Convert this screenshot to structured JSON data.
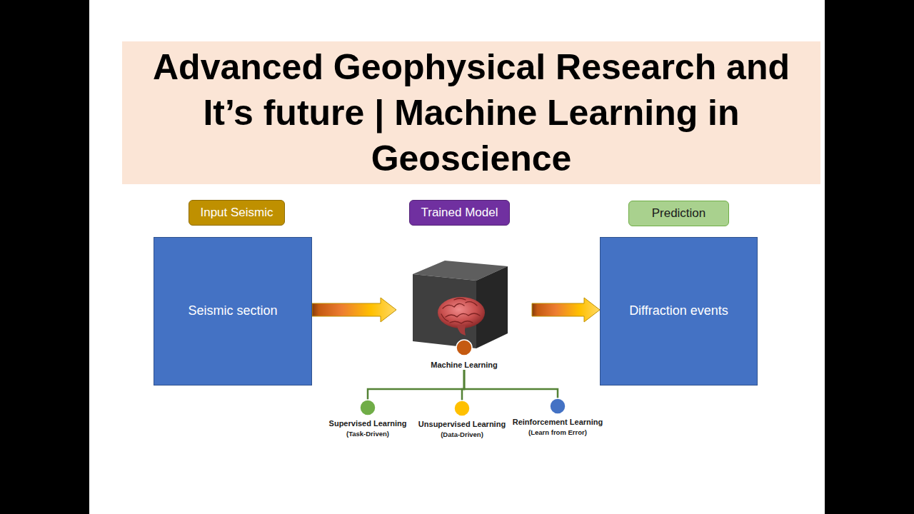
{
  "diagram": {
    "title": "Advanced Geophysical Research and It’s future | Machine Learning in Geoscience",
    "nodes": [
      {
        "text": [
          "Input Seismic"
        ]
      },
      {
        "text": [
          "Trained Model"
        ]
      },
      {
        "text": [
          "Prediction"
        ]
      },
      {
        "text": [
          "Seismic section"
        ]
      },
      {
        "text": [
          "Machine Learning"
        ]
      },
      {
        "text": [
          "Diffraction events"
        ]
      },
      {
        "text": [
          "Supervised Learning",
          "(Task-Driven)"
        ]
      },
      {
        "text": [
          "Unsupervised Learning",
          "(Data-Driven)"
        ]
      },
      {
        "text": [
          "Reinforcement Learning",
          "(Learn from Error)"
        ]
      }
    ],
    "edges": [
      {
        "from": 3,
        "to": 4,
        "arrow": "to"
      },
      {
        "from": 4,
        "to": 5,
        "arrow": "to"
      },
      {
        "from": 4,
        "to": 6,
        "arrow": "none"
      },
      {
        "from": 4,
        "to": 7,
        "arrow": "none"
      },
      {
        "from": 4,
        "to": 8,
        "arrow": "none"
      }
    ]
  }
}
